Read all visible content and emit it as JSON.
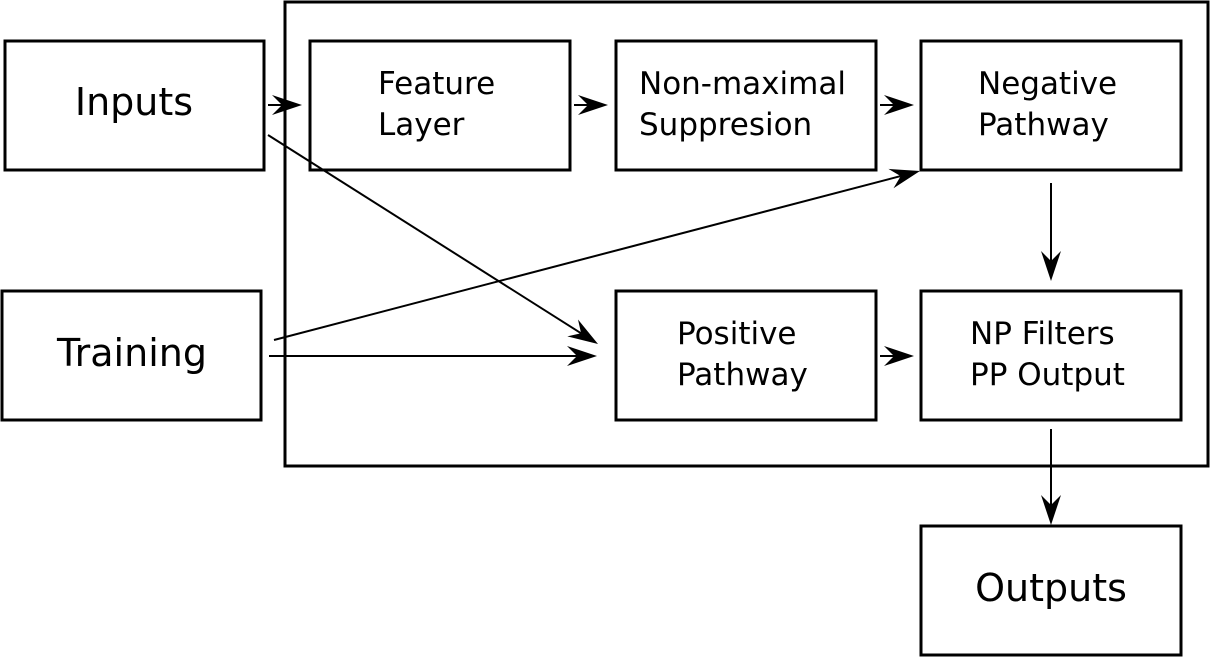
{
  "nodes": {
    "inputs": {
      "label": "Inputs"
    },
    "training": {
      "label": "Training"
    },
    "feature_layer": {
      "line1": "Feature",
      "line2": "Layer"
    },
    "non_maximal": {
      "line1": "Non-maximal",
      "line2": "Suppresion"
    },
    "negative_pathway": {
      "line1": "Negative",
      "line2": "Pathway"
    },
    "positive_pathway": {
      "line1": "Positive",
      "line2": "Pathway"
    },
    "np_filters": {
      "line1": "NP Filters",
      "line2": "PP Output"
    },
    "outputs": {
      "label": "Outputs"
    }
  },
  "edges": [
    {
      "from": "inputs",
      "to": "feature_layer"
    },
    {
      "from": "feature_layer",
      "to": "non_maximal"
    },
    {
      "from": "non_maximal",
      "to": "negative_pathway"
    },
    {
      "from": "inputs",
      "to": "positive_pathway"
    },
    {
      "from": "training",
      "to": "negative_pathway"
    },
    {
      "from": "training",
      "to": "positive_pathway"
    },
    {
      "from": "negative_pathway",
      "to": "np_filters"
    },
    {
      "from": "positive_pathway",
      "to": "np_filters"
    },
    {
      "from": "np_filters",
      "to": "outputs"
    }
  ]
}
